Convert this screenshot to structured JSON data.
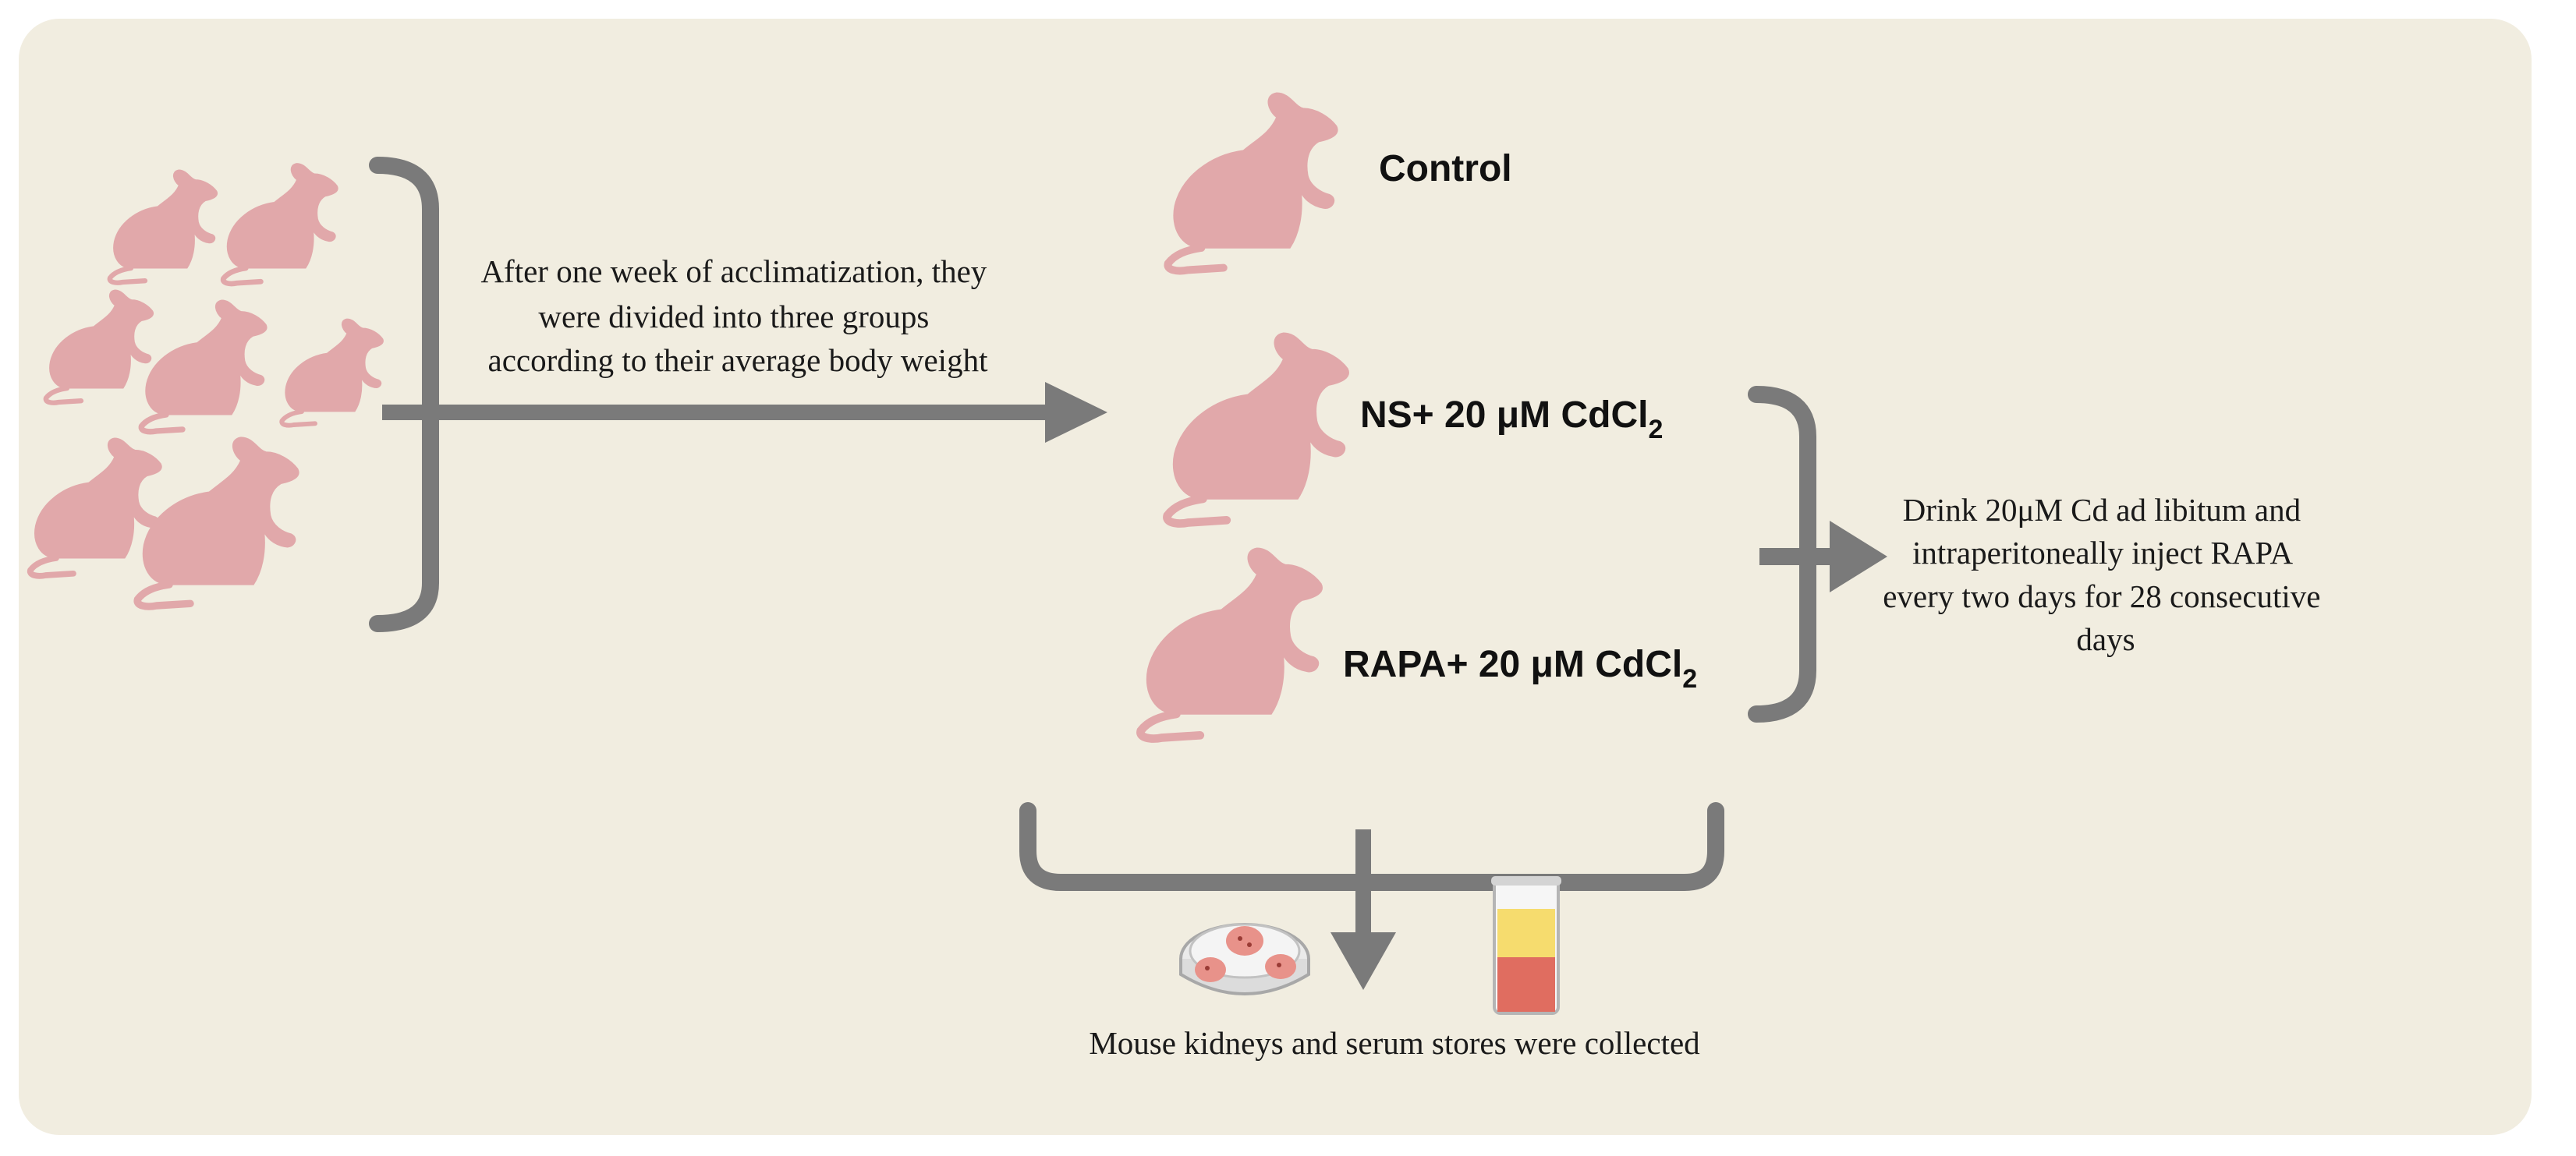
{
  "colors": {
    "panel_background": "#f1ede0",
    "mouse": "#e1a8aa",
    "arrow": "#7a7a7a",
    "serum": "#f6dc6e",
    "blood": "#e06d60"
  },
  "intro_text": [
    "After one week of acclimatization, they",
    "were divided into three groups",
    "according to their average body weight"
  ],
  "groups": {
    "control": {
      "label": "Control"
    },
    "ns": {
      "label_main": "NS+ 20 μM CdCl",
      "label_sub": "2"
    },
    "rapa": {
      "label_main": "RAPA+ 20 μM CdCl",
      "label_sub": "2"
    }
  },
  "treatment_text": [
    "Drink 20μM Cd ad libitum and",
    "intraperitoneally inject RAPA",
    "every two days for 28 consecutive",
    "days"
  ],
  "collection_text": "Mouse kidneys and serum stores were collected",
  "icons": [
    "mouse-icon",
    "petri-dish-kidney-icon",
    "blood-tube-icon"
  ]
}
